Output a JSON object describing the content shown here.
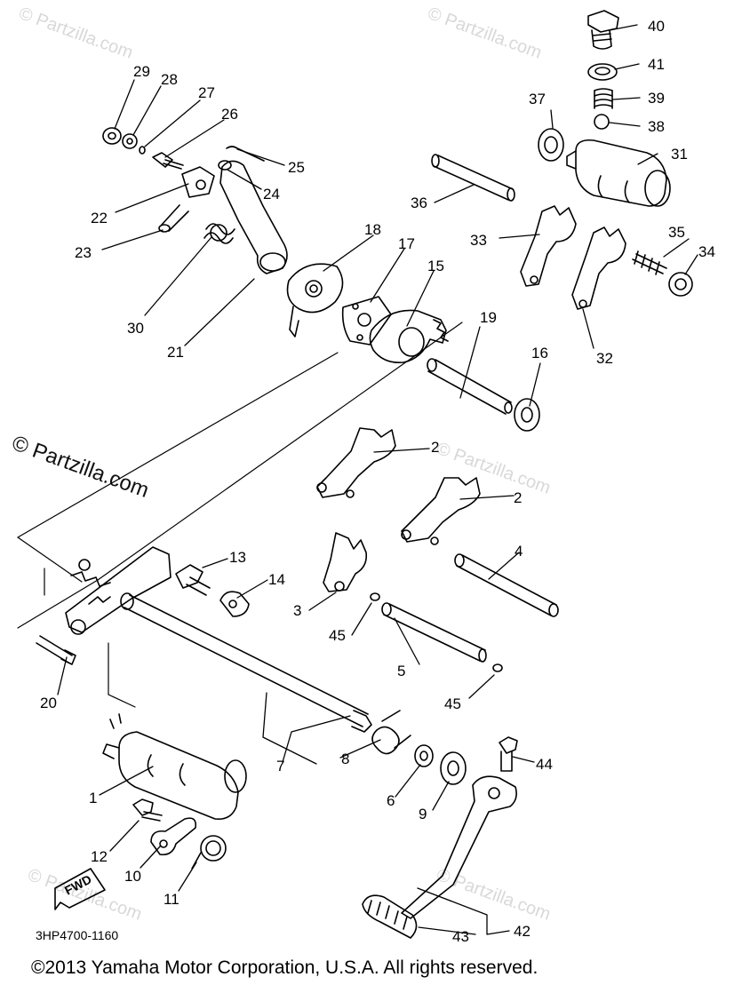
{
  "diagram": {
    "watermark_text": "© Partzilla.com",
    "main_watermark": "© Partzilla.com",
    "code": "3HP4700-1160",
    "fwd_label": "FWD",
    "copyright": "©2013  Yamaha Motor Corporation, U.S.A. All rights reserved."
  },
  "callouts": {
    "n1": "1",
    "n2a": "2",
    "n2b": "2",
    "n3": "3",
    "n4": "4",
    "n5": "5",
    "n6": "6",
    "n7": "7",
    "n8": "8",
    "n9": "9",
    "n10": "10",
    "n11": "11",
    "n12": "12",
    "n13": "13",
    "n14": "14",
    "n15": "15",
    "n16": "16",
    "n17": "17",
    "n18": "18",
    "n19": "19",
    "n20": "20",
    "n21": "21",
    "n22": "22",
    "n23": "23",
    "n24": "24",
    "n25": "25",
    "n26": "26",
    "n27": "27",
    "n28": "28",
    "n29": "29",
    "n30": "30",
    "n31": "31",
    "n32": "32",
    "n33": "33",
    "n34": "34",
    "n35": "35",
    "n36": "36",
    "n37": "37",
    "n38": "38",
    "n39": "39",
    "n40": "40",
    "n41": "41",
    "n42": "42",
    "n43": "43",
    "n44": "44",
    "n45a": "45",
    "n45b": "45"
  },
  "colors": {
    "line": "#000000",
    "watermark": "#d8d8d8"
  }
}
